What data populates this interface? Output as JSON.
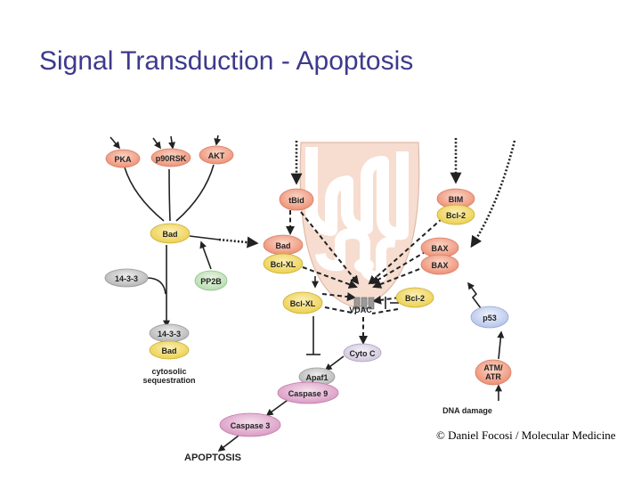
{
  "title": "Signal Transduction - Apoptosis",
  "credit": "© Daniel Focosi / Molecular Medicine",
  "colors": {
    "title": "#3d3a8c",
    "red_node": "#f0a088",
    "yellow_node": "#f2dc6a",
    "grey_node": "#c8c8c8",
    "green_node": "#c9e6c4",
    "blue_node": "#c9d4ef",
    "pink_node": "#e7b6d6",
    "mitochondrion": "#f6ddd0"
  },
  "nodes": {
    "pka": "PKA",
    "p90rsk": "p90RSK",
    "akt": "AKT",
    "bad_top": "Bad",
    "n1433_left": "14-3-3",
    "pp2b": "PP2B",
    "n1433_seq": "14-3-3",
    "bad_seq": "Bad",
    "tbid": "tBid",
    "bad_mito": "Bad",
    "bclxl_mito": "Bcl-XL",
    "bim": "BIM",
    "bcl2_bim": "Bcl-2",
    "bax_top": "BAX",
    "bax_bottom": "BAX",
    "bclxl_lower": "Bcl-XL",
    "bcl2_lower": "Bcl-2",
    "vdac": "VDAC",
    "cyto_c": "Cyto C",
    "p53": "p53",
    "atm_line1": "ATM/",
    "atm_line2": "ATR",
    "apaf1": "Apaf1",
    "caspase9": "Caspase 9",
    "caspase3": "Caspase 3"
  },
  "labels": {
    "cytosolic_line1": "cytosolic",
    "cytosolic_line2": "sequestration",
    "dna_damage": "DNA damage",
    "apoptosis": "APOPTOSIS"
  }
}
